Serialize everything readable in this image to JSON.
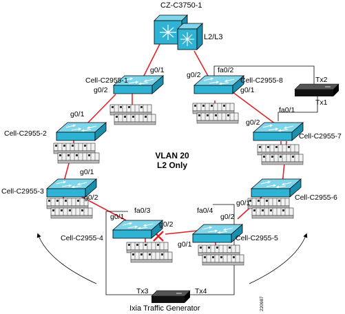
{
  "center": {
    "line1": "VLAN 20",
    "line2": "L2 Only"
  },
  "core": {
    "name": "CZ-C3750-1",
    "layer": "L2/L3"
  },
  "switches": [
    {
      "id": "s1",
      "name": "Cell-C2955-1"
    },
    {
      "id": "s2",
      "name": "Cell-C2955-2"
    },
    {
      "id": "s3",
      "name": "Cell-C2955-3"
    },
    {
      "id": "s4",
      "name": "Cell-C2955-4"
    },
    {
      "id": "s5",
      "name": "Cell-C2955-5"
    },
    {
      "id": "s6",
      "name": "Cell-C2955-6"
    },
    {
      "id": "s7",
      "name": "Cell-C2955-7"
    },
    {
      "id": "s8",
      "name": "Cell-C2955-8"
    }
  ],
  "ports": {
    "core_s1": "g0/1",
    "core_s8": "g0/2",
    "s1_g02": "g0/2",
    "s2_g01": "g0/1",
    "s2_g01b": "g0/1",
    "s3_g02": "g0/2",
    "s4_g01": "g0/1",
    "s4_fa03": "fa0/3",
    "s4_g02": "g0/2",
    "s5_fa04": "fa0/4",
    "s5_g02": "g0/2",
    "s5_g01": "g0/1",
    "s6_g01": "g0/1",
    "s7_fa01": "fa0/1",
    "s7_g02": "g0/2",
    "s8_fa02": "fa0/2",
    "s8_g01": "g0/1"
  },
  "tx": {
    "tx1": "Tx1",
    "tx2": "Tx2",
    "tx3": "Tx3",
    "tx4": "Tx4"
  },
  "ixia": {
    "label": "Ixia Traffic Generator"
  },
  "figure_number": "220987"
}
